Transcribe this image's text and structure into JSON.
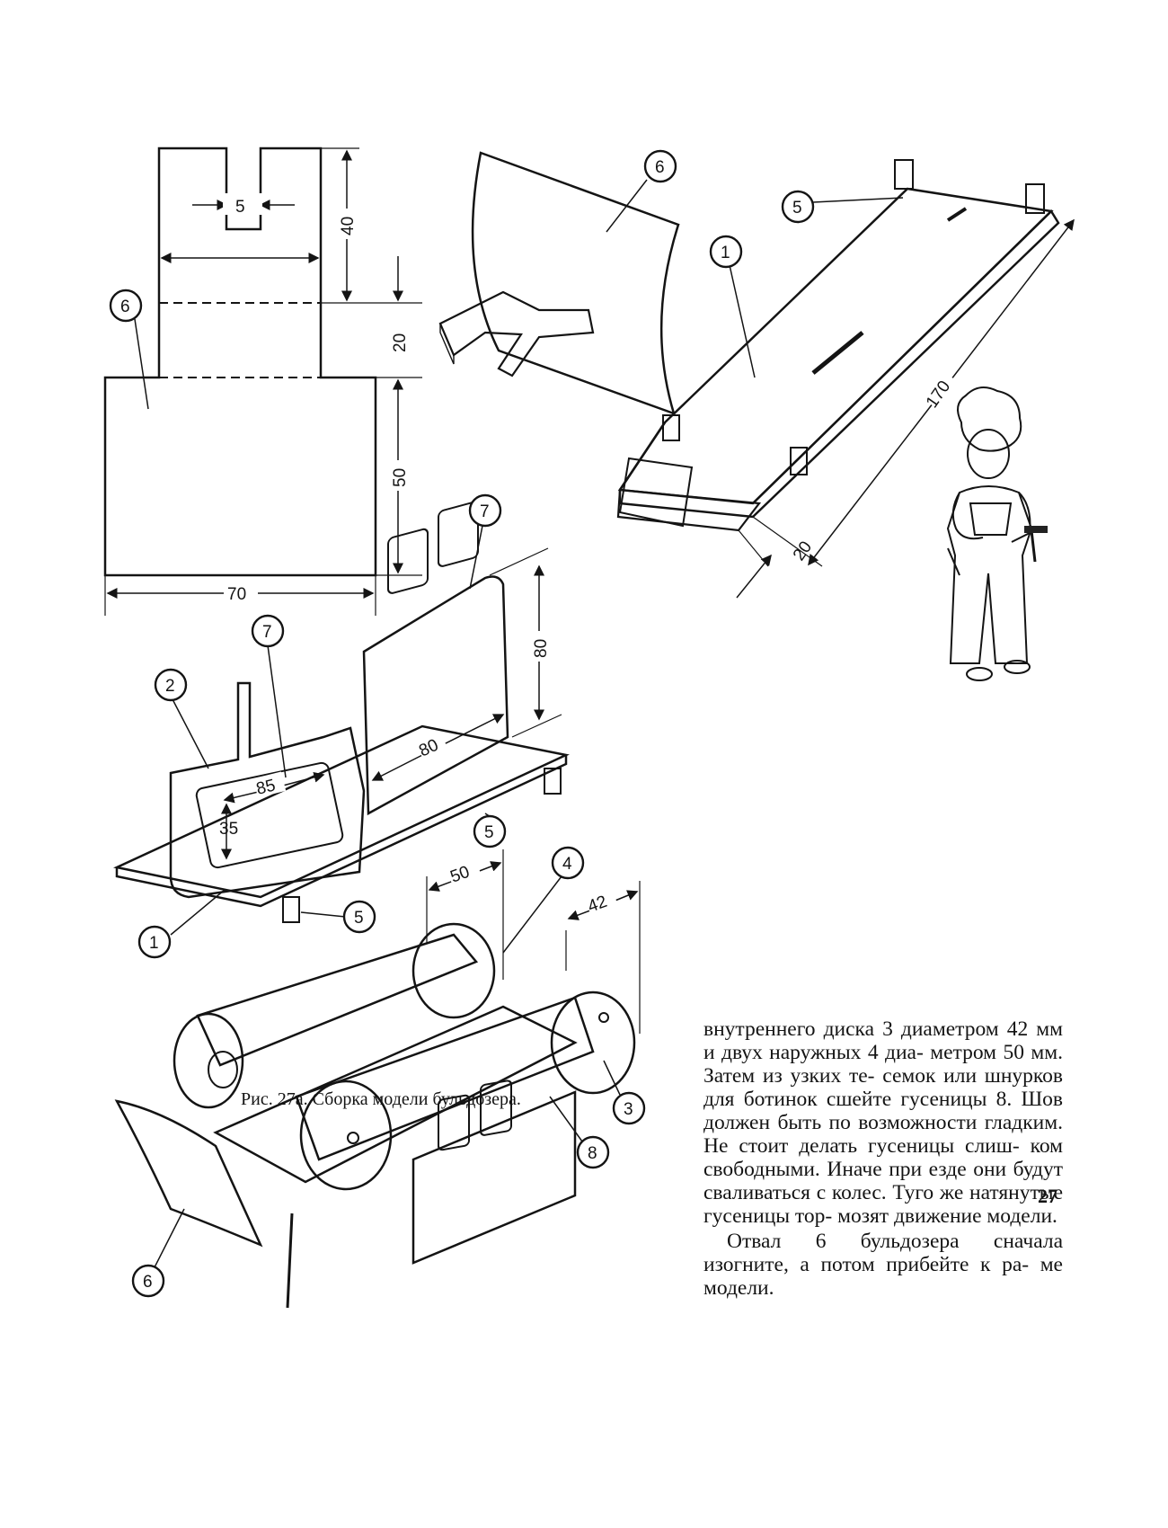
{
  "figure": {
    "caption_prefix": "Рис. 27а.",
    "caption_text": "Сборка модели бульдозера.",
    "part_callouts": [
      "1",
      "2",
      "3",
      "4",
      "5",
      "6",
      "7",
      "8"
    ],
    "dimensions": {
      "blade_slot": "5",
      "blade_tab_height": "40",
      "blade_bend": "20",
      "blade_height": "50",
      "blade_width": "70",
      "frame_length": "170",
      "frame_width": "20",
      "cabin_height": "80",
      "cabin_length": "80",
      "hood_length": "85",
      "hood_height": "35",
      "outer_wheel_diameter": "50",
      "inner_wheel_diameter": "42"
    }
  },
  "text": {
    "lines": [
      "внутреннего диска 3 диаметром",
      "42 мм и двух наружных 4 диа-",
      "метром 50 мм. Затем из узких те-",
      "семок или шнурков для ботинок",
      "сшейте гусеницы 8. Шов должен",
      "быть по возможности гладким.",
      "Не стоит делать гусеницы слиш-",
      "ком свободными. Иначе при езде",
      "они будут сваливаться с колес.",
      "Туго же натянутые гусеницы тор-",
      "мозят движение модели."
    ],
    "paragraph2_lines": [
      "Отвал 6 бульдозера сначала",
      "изогните, а потом прибейте к ра-",
      "ме модели."
    ]
  },
  "page_number": "27"
}
